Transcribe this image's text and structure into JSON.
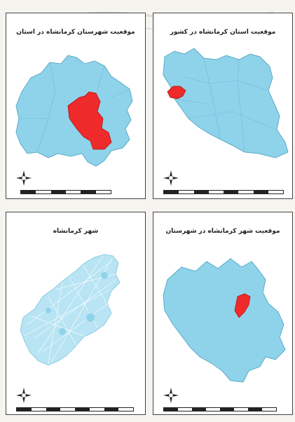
{
  "panels": [
    {
      "id": "top-left",
      "title": "موقعیت شهرستان کرمانشاه در استان"
    },
    {
      "id": "top-right",
      "title": "موقعیت استان کرمانشاه در کشور"
    },
    {
      "id": "bottom-left",
      "title": "شهر کرمانشاه"
    },
    {
      "id": "bottom-right",
      "title": "موقعیت شهر کرمانشاه در شهرستان"
    }
  ],
  "colors": {
    "land": "#8fd3ea",
    "land_stroke": "#5aaac8",
    "highlight": "#ee2a2a",
    "urban": "#b8e4f3"
  },
  "icons": [
    "north-arrow-icon"
  ],
  "watermark": "logo"
}
